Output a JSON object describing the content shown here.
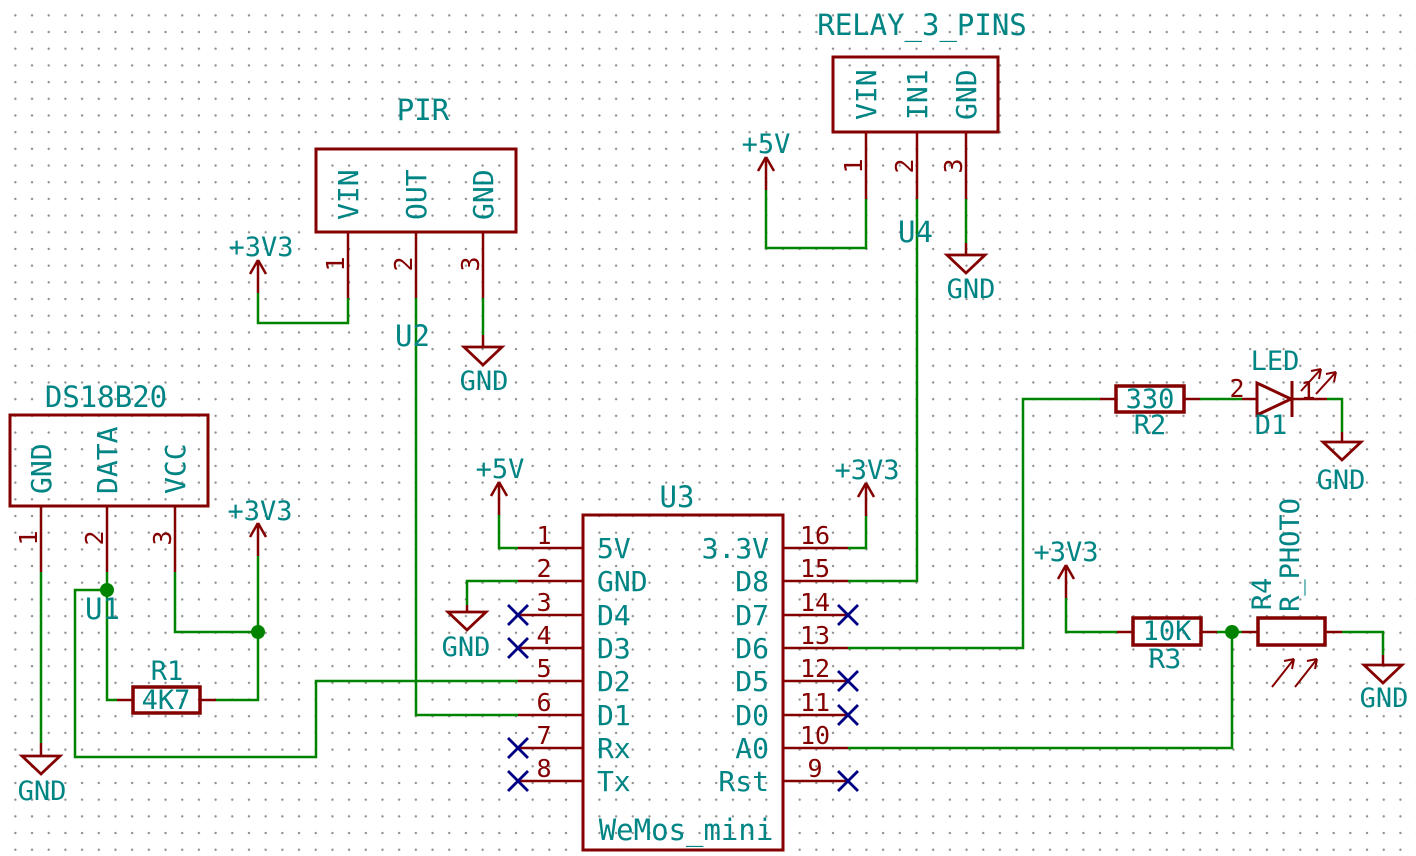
{
  "colors": {
    "component_outline": "#840000",
    "component_text": "#008484",
    "wire": "#008400",
    "no_connect": "#000084",
    "pin_number": "#840000",
    "background": "#ffffff",
    "grid_dot": "#8f8f8f"
  },
  "power": {
    "plus_3v3": "+3V3",
    "plus_5v": "+5V",
    "gnd": "GND"
  },
  "components": {
    "ds18b20": {
      "title": "DS18B20",
      "ref": "U1",
      "pins": [
        {
          "num": "1",
          "name": "GND"
        },
        {
          "num": "2",
          "name": "DATA"
        },
        {
          "num": "3",
          "name": "VCC"
        }
      ]
    },
    "pir": {
      "title": "PIR",
      "ref": "U2",
      "pins": [
        {
          "num": "1",
          "name": "VIN"
        },
        {
          "num": "2",
          "name": "OUT"
        },
        {
          "num": "3",
          "name": "GND"
        }
      ]
    },
    "relay": {
      "title": "RELAY_3_PINS",
      "ref": "U4",
      "pins": [
        {
          "num": "1",
          "name": "VIN"
        },
        {
          "num": "2",
          "name": "IN1"
        },
        {
          "num": "3",
          "name": "GND"
        }
      ]
    },
    "wemos": {
      "ref": "U3",
      "value": "WeMos_mini",
      "left_pins": [
        {
          "num": "1",
          "name": "5V"
        },
        {
          "num": "2",
          "name": "GND"
        },
        {
          "num": "3",
          "name": "D4"
        },
        {
          "num": "4",
          "name": "D3"
        },
        {
          "num": "5",
          "name": "D2"
        },
        {
          "num": "6",
          "name": "D1"
        },
        {
          "num": "7",
          "name": "Rx"
        },
        {
          "num": "8",
          "name": "Tx"
        }
      ],
      "right_pins": [
        {
          "num": "16",
          "name": "3.3V"
        },
        {
          "num": "15",
          "name": "D8"
        },
        {
          "num": "14",
          "name": "D7"
        },
        {
          "num": "13",
          "name": "D6"
        },
        {
          "num": "12",
          "name": "D5"
        },
        {
          "num": "11",
          "name": "D0"
        },
        {
          "num": "10",
          "name": "A0"
        },
        {
          "num": "9",
          "name": "Rst"
        }
      ]
    },
    "r1": {
      "ref": "R1",
      "value": "4K7"
    },
    "r2": {
      "ref": "R2",
      "value": "330"
    },
    "r3": {
      "ref": "R3",
      "value": "10K"
    },
    "r4": {
      "ref": "R4",
      "value": "R_PHOTO"
    },
    "d1": {
      "ref": "D1",
      "value": "LED",
      "pin_numbers": {
        "anode": "2",
        "cathode": "1"
      }
    }
  }
}
